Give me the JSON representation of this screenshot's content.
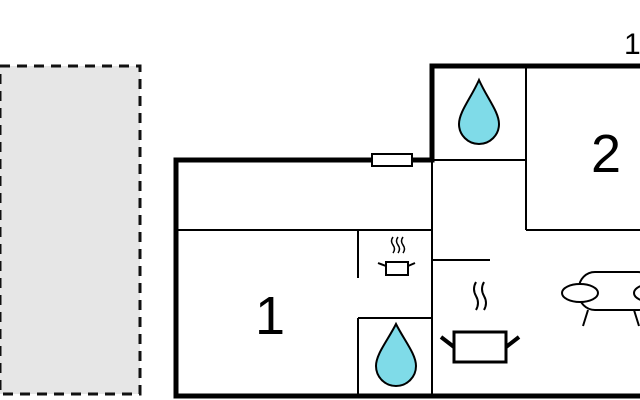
{
  "floor_plan": {
    "rooms": [
      {
        "id": "room-1",
        "label": "1"
      },
      {
        "id": "room-2",
        "label": "2"
      }
    ],
    "corner_label": "1",
    "icons": [
      {
        "name": "water-drop-icon"
      },
      {
        "name": "water-drop-icon"
      },
      {
        "name": "cooking-pot-icon"
      },
      {
        "name": "cooking-pot-icon"
      },
      {
        "name": "sofa-icon"
      }
    ],
    "colors": {
      "wall": "#000000",
      "water": "#7fdbe8",
      "outdoor_area": "#e6e6e6"
    }
  }
}
